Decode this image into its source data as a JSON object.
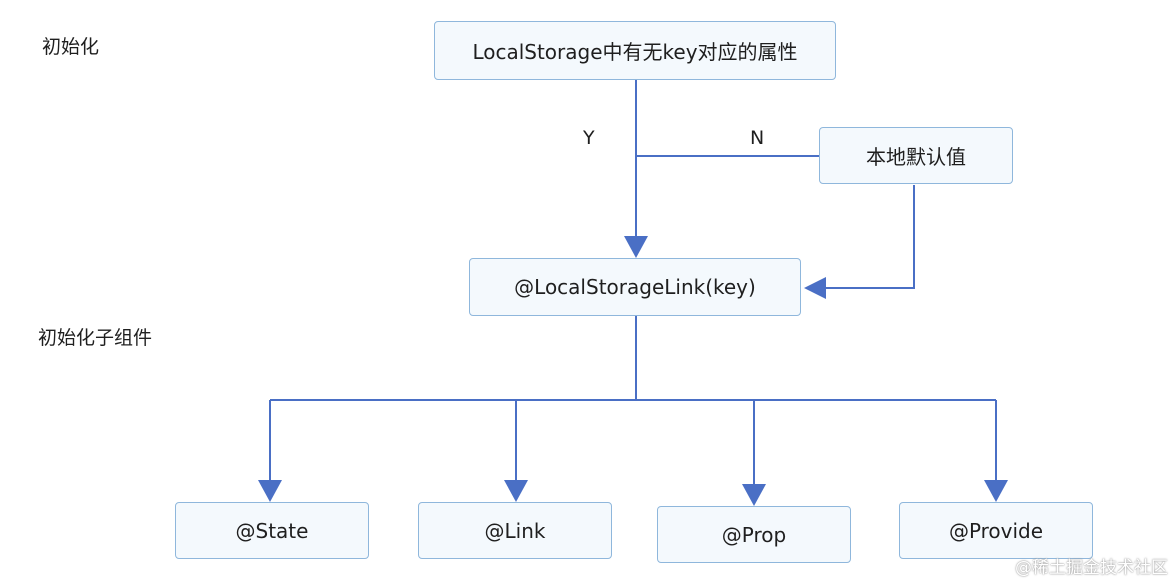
{
  "labels": {
    "init": "初始化",
    "init_child": "初始化子组件"
  },
  "nodes": {
    "check": "LocalStorage中有无key对应的属性",
    "default": "本地默认值",
    "link": "@LocalStorageLink(key)",
    "state": "@State",
    "link_child": "@Link",
    "prop": "@Prop",
    "provide": "@Provide"
  },
  "branches": {
    "yes": "Y",
    "no": "N"
  },
  "watermark": "@稀土掘金技术社区",
  "colors": {
    "line": "#4a6fc5",
    "box_border": "#8fb7dc",
    "box_fill": "#f4f9fd"
  }
}
